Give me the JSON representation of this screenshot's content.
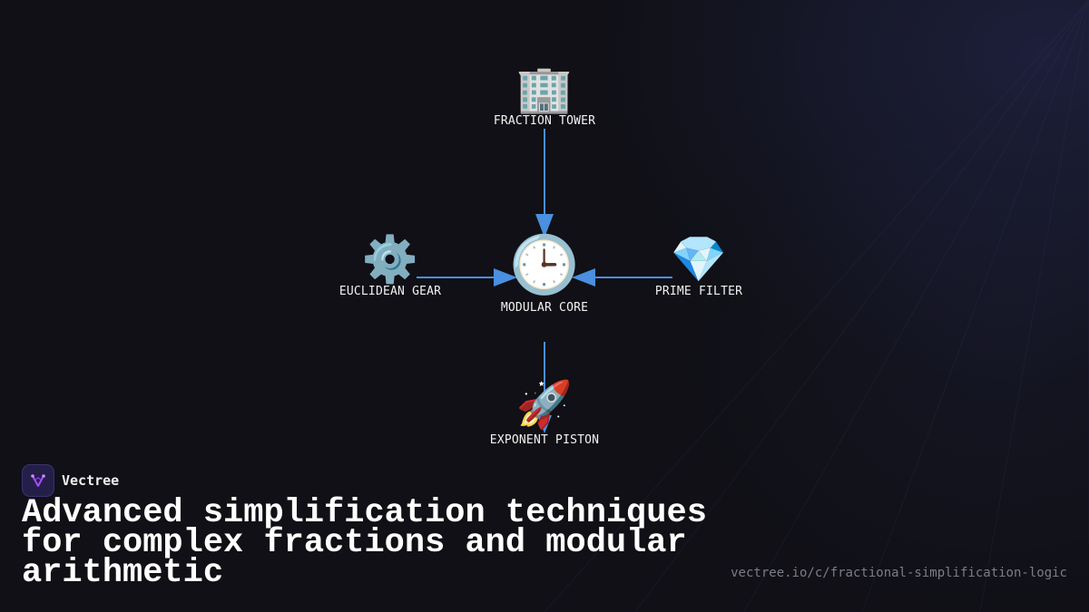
{
  "diagram": {
    "nodes": [
      {
        "id": "tower",
        "icon": "office-building-icon",
        "glyph": "🏢",
        "label": "FRACTION TOWER"
      },
      {
        "id": "gear",
        "icon": "gear-icon",
        "glyph": "⚙️",
        "label": "EUCLIDEAN GEAR"
      },
      {
        "id": "core",
        "icon": "clock-icon",
        "glyph": "🕒",
        "label": "MODULAR CORE"
      },
      {
        "id": "filter",
        "icon": "gem-icon",
        "glyph": "💎",
        "label": "PRIME FILTER"
      },
      {
        "id": "piston",
        "icon": "rocket-icon",
        "glyph": "🚀",
        "label": "EXPONENT PISTON"
      }
    ],
    "edges": [
      {
        "from": "tower",
        "to": "core"
      },
      {
        "from": "gear",
        "to": "core"
      },
      {
        "from": "filter",
        "to": "core"
      },
      {
        "from": "core",
        "to": "piston"
      }
    ],
    "edge_color": "#4a8fe0"
  },
  "brand": {
    "name": "Vectree",
    "logo_color": "#a64cff"
  },
  "headline": "Advanced simplification techniques for complex fractions and modular arithmetic",
  "url": "vectree.io/c/fractional-simplification-logic"
}
